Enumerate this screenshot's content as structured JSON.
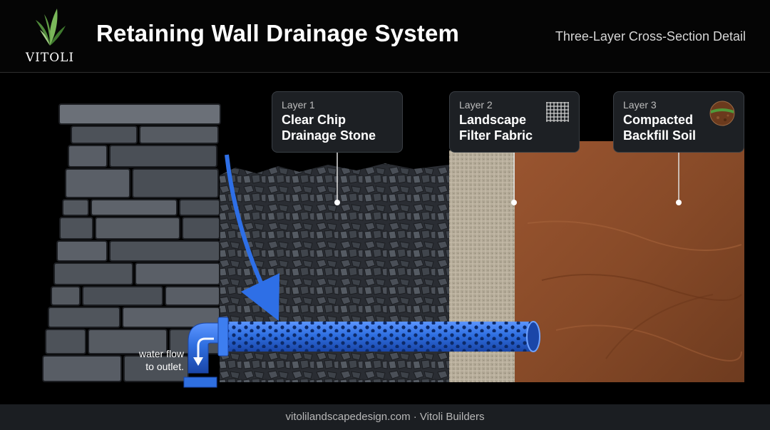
{
  "brand": {
    "name": "VITOLI"
  },
  "header": {
    "title": "Retaining Wall Drainage System",
    "subtitle": "Three-Layer Cross-Section Detail"
  },
  "layers": [
    {
      "label": "Layer 1",
      "name_line1": "Clear Chip",
      "name_line2": "Drainage Stone",
      "icon": "stone-layer"
    },
    {
      "label": "Layer 2",
      "name_line1": "Landscape",
      "name_line2": "Filter Fabric",
      "icon": "mesh-icon"
    },
    {
      "label": "Layer 3",
      "name_line1": "Compacted",
      "name_line2": "Backfill Soil",
      "icon": "soil-block-icon"
    }
  ],
  "flow": {
    "line1": "water flow",
    "line2": "to outlet."
  },
  "footer": {
    "text": "vitolilandscapedesign.com · Vitoli Builders"
  },
  "colors": {
    "background": "#000000",
    "wall_stone": "#4a4f56",
    "gravel": "#3c4047",
    "fabric": "#b4aa98",
    "soil": "#8a4a26",
    "pipe": "#2f6fe0",
    "arrow": "#2e6fe6",
    "callout_bg": "#1d2024"
  }
}
